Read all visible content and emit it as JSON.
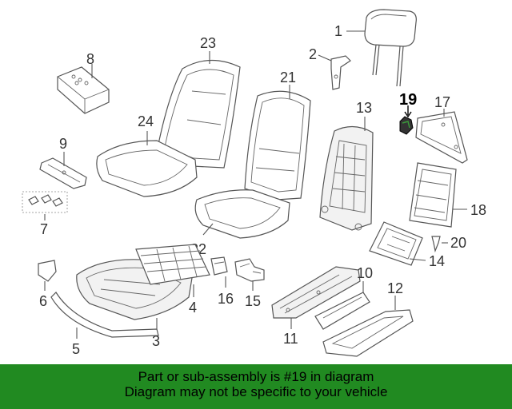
{
  "diagram": {
    "callouts": {
      "c1": "1",
      "c2": "2",
      "c3": "3",
      "c4": "4",
      "c5": "5",
      "c6": "6",
      "c7": "7",
      "c8": "8",
      "c9": "9",
      "c10": "10",
      "c11": "11",
      "c12": "12",
      "c13": "13",
      "c14": "14",
      "c15": "15",
      "c16": "16",
      "c17": "17",
      "c18": "18",
      "c19": "19",
      "c20": "20",
      "c21": "21",
      "c22": "22",
      "c23": "23",
      "c24": "24"
    },
    "highlighted_part": "19"
  },
  "banner": {
    "line1": "Part or sub-assembly is #19 in diagram",
    "line2": "Diagram may not be specific to your vehicle",
    "color": "#218a21"
  }
}
